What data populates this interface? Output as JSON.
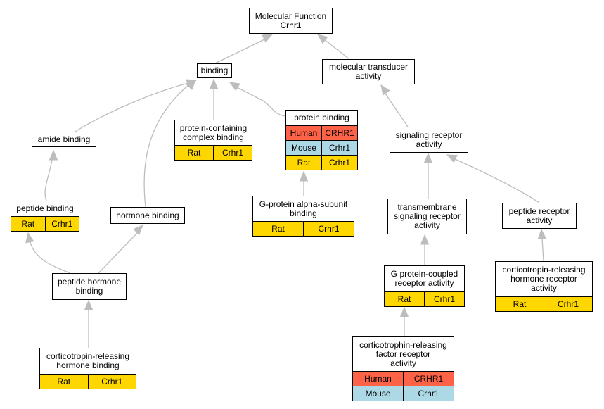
{
  "colors": {
    "edge": "#bdbdbd",
    "human": "#ff6347",
    "mouse": "#add8e6",
    "rat": "#ffd700"
  },
  "nodes": {
    "root": {
      "title": "Molecular Function\nCrhr1"
    },
    "binding": {
      "title": "binding"
    },
    "transducer": {
      "title": "molecular transducer\nactivity"
    },
    "amide": {
      "title": "amide binding"
    },
    "complex": {
      "title": "protein-containing\ncomplex binding",
      "rows": [
        [
          "Rat",
          "Crhr1"
        ]
      ]
    },
    "protein": {
      "title": "protein binding",
      "rows": [
        [
          "Human",
          "CRHR1"
        ],
        [
          "Mouse",
          "Crhr1"
        ],
        [
          "Rat",
          "Crhr1"
        ]
      ]
    },
    "signaling": {
      "title": "signaling receptor\nactivity"
    },
    "peptide": {
      "title": "peptide binding",
      "rows": [
        [
          "Rat",
          "Crhr1"
        ]
      ]
    },
    "hormone": {
      "title": "hormone binding"
    },
    "galpha": {
      "title": "G-protein alpha-subunit\nbinding",
      "rows": [
        [
          "Rat",
          "Crhr1"
        ]
      ]
    },
    "transmembrane": {
      "title": "transmembrane\nsignaling receptor\nactivity"
    },
    "peptidereceptor": {
      "title": "peptide receptor\nactivity"
    },
    "peptidehormone": {
      "title": "peptide hormone\nbinding"
    },
    "gpcr": {
      "title": "G protein-coupled\nreceptor activity",
      "rows": [
        [
          "Rat",
          "Crhr1"
        ]
      ]
    },
    "crhreceptor": {
      "title": "corticotropin-releasing\nhormone receptor\nactivity",
      "rows": [
        [
          "Rat",
          "Crhr1"
        ]
      ]
    },
    "crhbinding": {
      "title": "corticotropin-releasing\nhormone binding",
      "rows": [
        [
          "Rat",
          "Crhr1"
        ]
      ]
    },
    "crfreceptor": {
      "title": "corticotrophin-releasing\nfactor receptor\nactivity",
      "rows": [
        [
          "Human",
          "CRHR1"
        ],
        [
          "Mouse",
          "Crhr1"
        ]
      ]
    }
  }
}
